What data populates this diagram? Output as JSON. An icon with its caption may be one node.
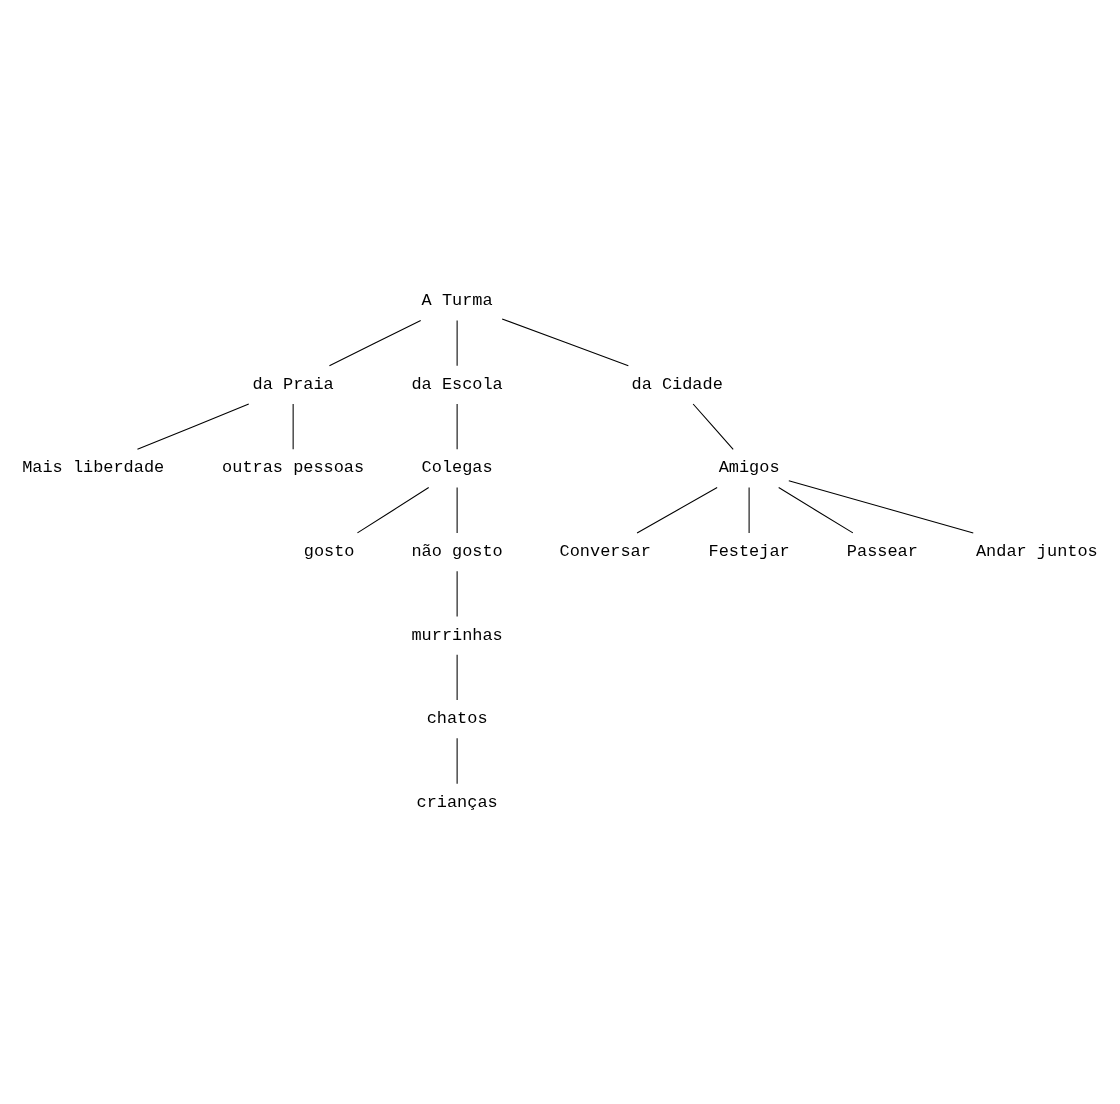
{
  "diagram": {
    "nodes": [
      {
        "text": [
          "A Turma"
        ]
      },
      {
        "text": [
          "da Praia"
        ]
      },
      {
        "text": [
          "da Escola"
        ]
      },
      {
        "text": [
          "da Cidade"
        ]
      },
      {
        "text": [
          "Mais liberdade"
        ]
      },
      {
        "text": [
          "outras pessoas"
        ]
      },
      {
        "text": [
          "Colegas"
        ]
      },
      {
        "text": [
          "Amigos"
        ]
      },
      {
        "text": [
          "Conversar"
        ]
      },
      {
        "text": [
          "Festejar"
        ]
      },
      {
        "text": [
          "Passear"
        ]
      },
      {
        "text": [
          "Andar juntos"
        ]
      },
      {
        "text": [
          "gosto"
        ]
      },
      {
        "text": [
          "não gosto"
        ]
      },
      {
        "text": [
          "murrinhas"
        ]
      },
      {
        "text": [
          "chatos"
        ]
      },
      {
        "text": [
          "crianças"
        ]
      }
    ],
    "edges": [
      {
        "from": 0,
        "to": 1,
        "arrow": "none"
      },
      {
        "from": 0,
        "to": 2,
        "arrow": "none"
      },
      {
        "from": 0,
        "to": 3,
        "arrow": "none"
      },
      {
        "from": 1,
        "to": 4,
        "arrow": "none"
      },
      {
        "from": 1,
        "to": 5,
        "arrow": "none"
      },
      {
        "from": 2,
        "to": 6,
        "arrow": "none"
      },
      {
        "from": 3,
        "to": 7,
        "arrow": "none"
      },
      {
        "from": 7,
        "to": 8,
        "arrow": "none"
      },
      {
        "from": 7,
        "to": 9,
        "arrow": "none"
      },
      {
        "from": 7,
        "to": 10,
        "arrow": "none"
      },
      {
        "from": 7,
        "to": 11,
        "arrow": "none"
      },
      {
        "from": 6,
        "to": 12,
        "arrow": "none"
      },
      {
        "from": 6,
        "to": 13,
        "arrow": "none"
      },
      {
        "from": 13,
        "to": 14,
        "arrow": "none"
      },
      {
        "from": 14,
        "to": 15,
        "arrow": "none"
      },
      {
        "from": 15,
        "to": 16,
        "arrow": "none"
      }
    ]
  }
}
